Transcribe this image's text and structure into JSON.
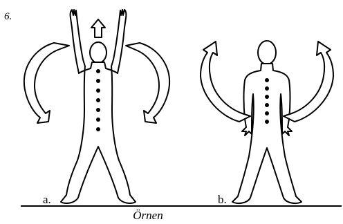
{
  "figure": {
    "step_number": "6.",
    "panels": [
      {
        "label": "a.",
        "pose": "arms-raised"
      },
      {
        "label": "b.",
        "pose": "arms-lowered"
      }
    ],
    "caption": "Örnen",
    "icons": [
      "raised-arms-figure",
      "lowered-arms-figure",
      "up-arrow",
      "curved-arrow"
    ]
  }
}
